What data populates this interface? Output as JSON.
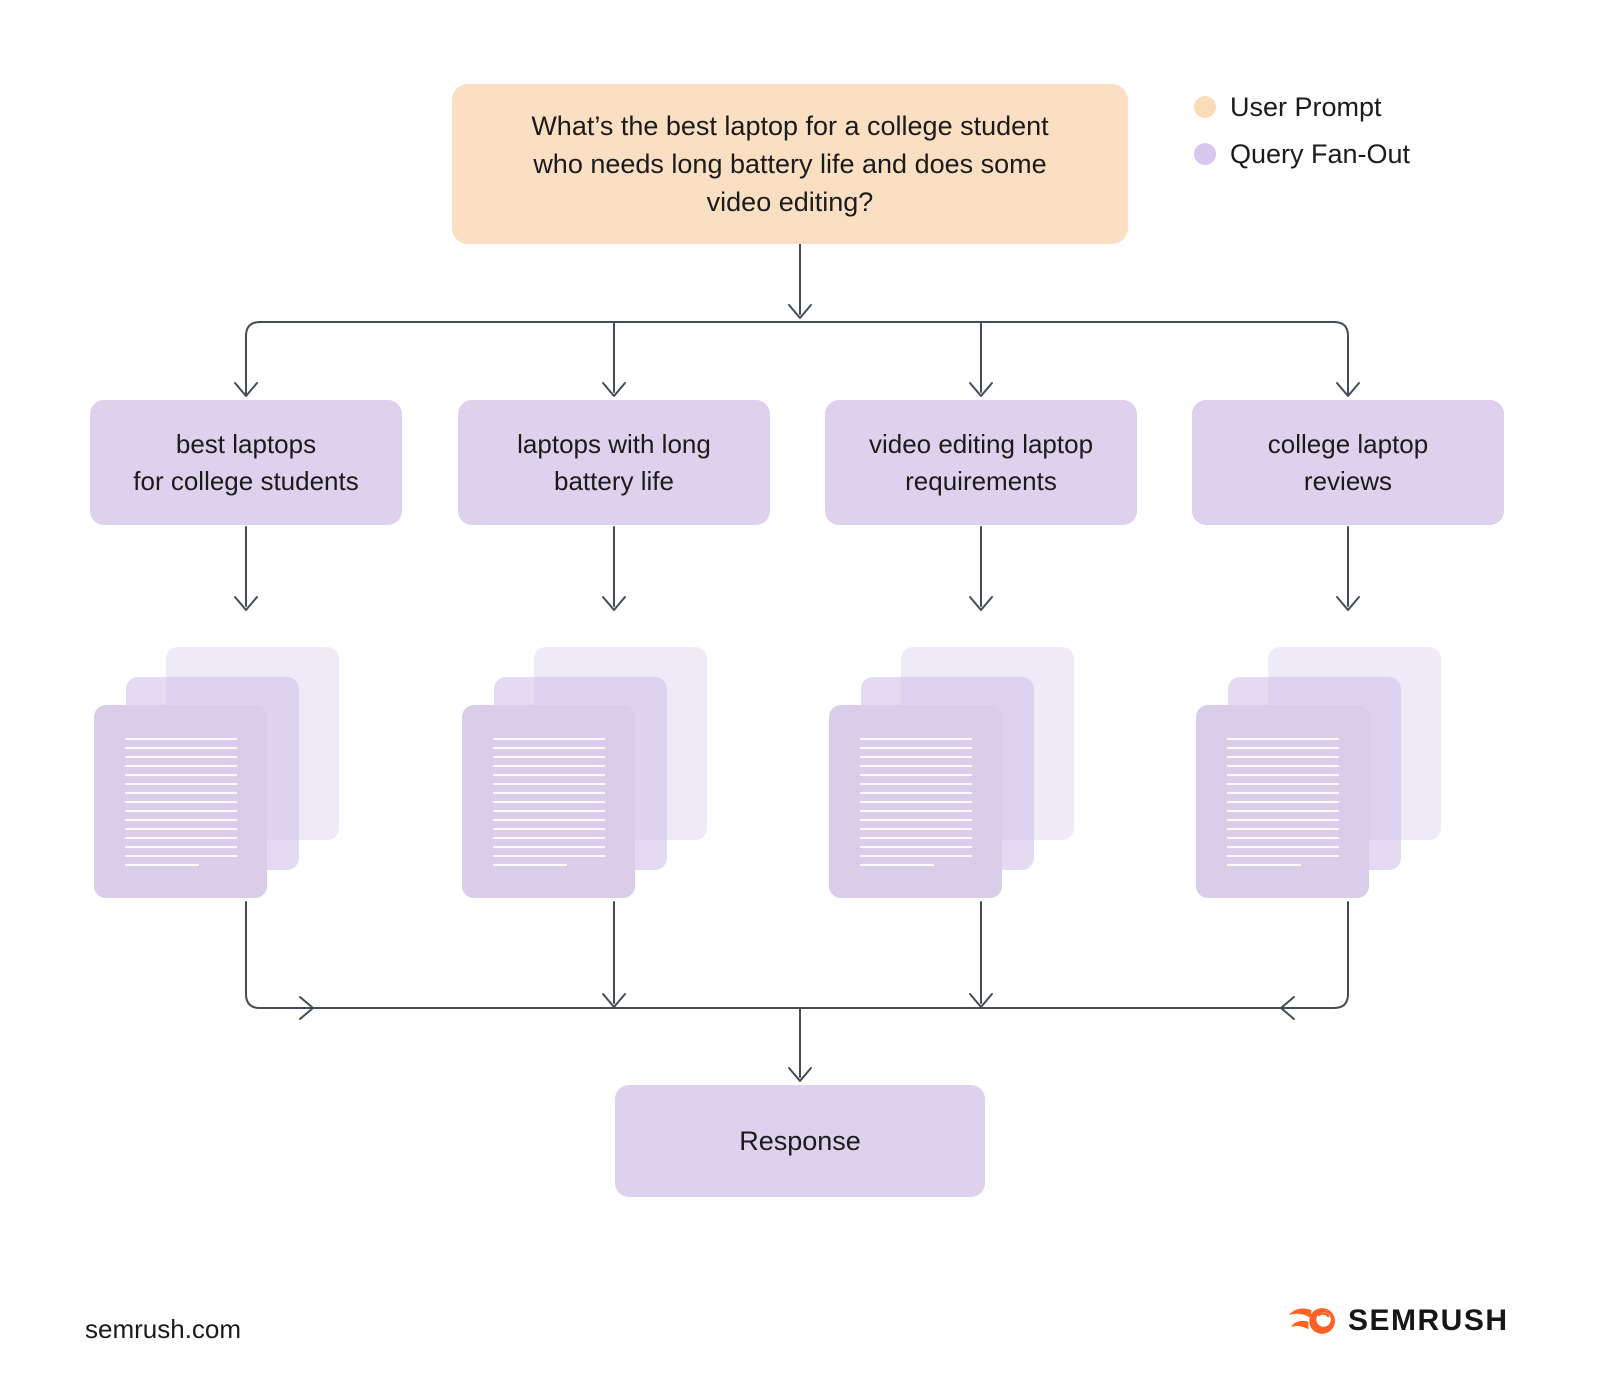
{
  "colors": {
    "background": "#ffffff",
    "user_prompt_fill": "#FBDFC2",
    "query_fill": "#DDD1ED",
    "response_fill": "#DDD1ED",
    "doc_front": "#D9CDE9",
    "doc_middle": "#E5DCF2",
    "doc_back": "#EFEAF8",
    "connector_line": "#454B57",
    "text": "#1B1B1B",
    "logo_orange": "#FF6224"
  },
  "legend": {
    "items": [
      {
        "label": "User Prompt",
        "color": "#FBDCB9"
      },
      {
        "label": "Query Fan-Out",
        "color": "#D7C7EE"
      }
    ]
  },
  "prompt": {
    "text": "What’s the best laptop for a college student\nwho needs long battery life and does some\nvideo editing?"
  },
  "queries": [
    {
      "label": "best laptops\nfor college students"
    },
    {
      "label": "laptops with long\nbattery life"
    },
    {
      "label": "video editing laptop\nrequirements"
    },
    {
      "label": "college laptop\nreviews"
    }
  ],
  "response": {
    "label": "Response"
  },
  "footer": {
    "site": "semrush.com",
    "logo_text": "SEMRUSH"
  }
}
